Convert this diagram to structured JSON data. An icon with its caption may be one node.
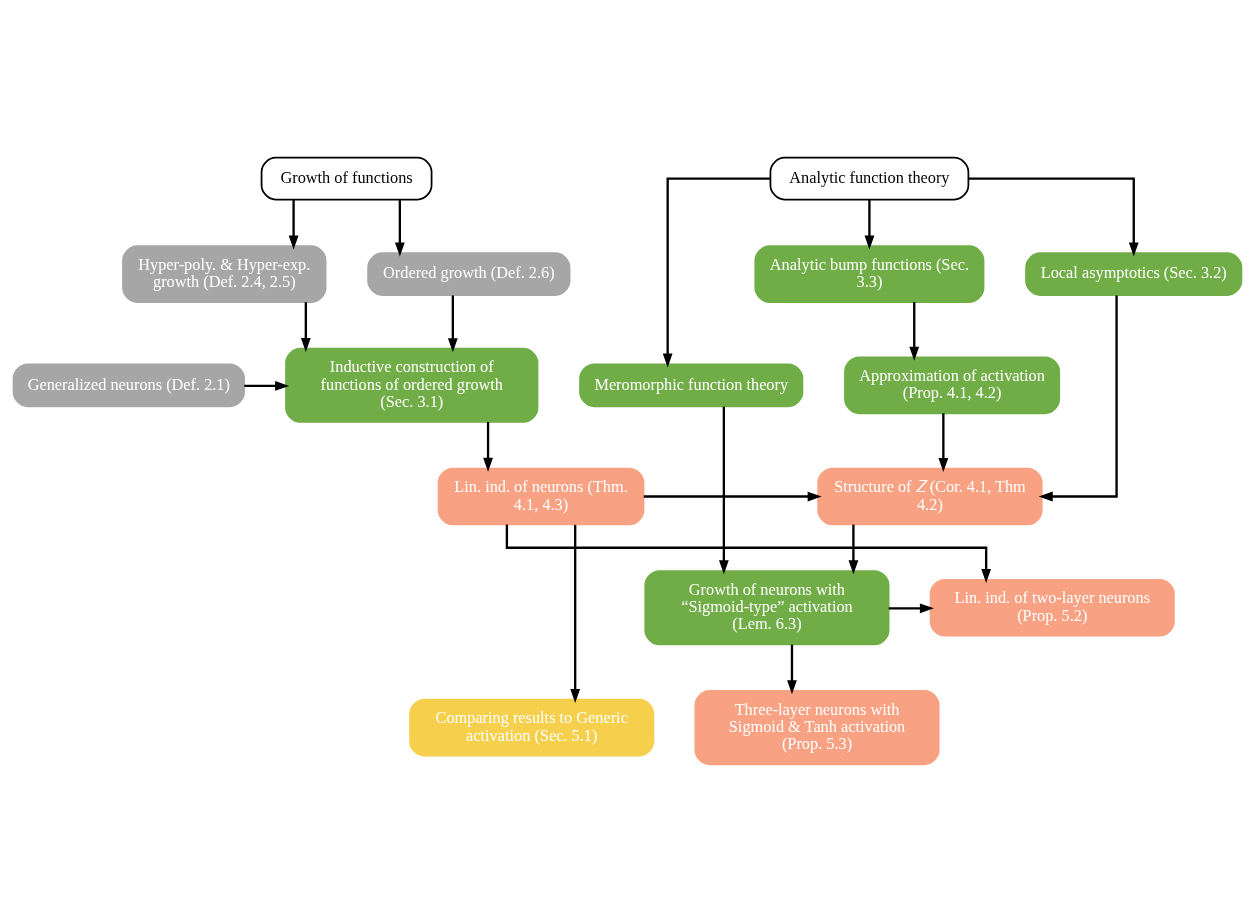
{
  "diagram": {
    "nodes": [
      {
        "text": [
          "Growth of functions"
        ]
      },
      {
        "text": [
          "Analytic function theory"
        ]
      },
      {
        "text": [
          "Hyper-poly. & Hyper-exp. growth (Def. 2.4, 2.5)"
        ]
      },
      {
        "text": [
          "Ordered growth (Def. 2.6)"
        ]
      },
      {
        "text": [
          "Local asymptotics (Sec. 3.2)"
        ]
      },
      {
        "text": [
          "Analytic bump functions (Sec. 3.3)"
        ]
      },
      {
        "text": [
          "Generalized neurons (Def. 2.1)"
        ]
      },
      {
        "text": [
          "Inductive construction of functions of ordered growth (Sec. 3.1)"
        ]
      },
      {
        "text": [
          "Approximation of activation (Prop. 4.1, 4.2)"
        ]
      },
      {
        "text": [
          "Lin. ind. of neurons (Thm. 4.1, 4.3)"
        ]
      },
      {
        "text": [
          "Structure of 𝑍 (Cor. 4.1, Thm 4.2)"
        ]
      },
      {
        "text": [
          "Meromorphic function theory"
        ]
      },
      {
        "text": [
          "Lin. ind. of two-layer neurons (Prop. 5.2)"
        ]
      },
      {
        "text": [
          "Growth of neurons with “Sigmoid-type” activation (Lem. 6.3)"
        ]
      },
      {
        "text": [
          "Comparing results to Generic activation (Sec. 5.1)"
        ]
      },
      {
        "text": [
          "Three-layer neurons with Sigmoid & Tanh activation (Prop. 5.3)"
        ]
      }
    ],
    "edges": [
      {
        "from": 0,
        "to": 2,
        "arrow": "to"
      },
      {
        "from": 0,
        "to": 3,
        "arrow": "to"
      },
      {
        "from": 1,
        "to": 4,
        "arrow": "to"
      },
      {
        "from": 1,
        "to": 11,
        "arrow": "to"
      },
      {
        "from": 1,
        "to": 5,
        "arrow": "to"
      },
      {
        "from": 2,
        "to": 7,
        "arrow": "to"
      },
      {
        "from": 3,
        "to": 7,
        "arrow": "to"
      },
      {
        "from": 6,
        "to": 7,
        "arrow": "to"
      },
      {
        "from": 5,
        "to": 8,
        "arrow": "to"
      },
      {
        "from": 7,
        "to": 9,
        "arrow": "to"
      },
      {
        "from": 4,
        "to": 10,
        "arrow": "to"
      },
      {
        "from": 9,
        "to": 10,
        "arrow": "to"
      },
      {
        "from": 8,
        "to": 10,
        "arrow": "to"
      },
      {
        "from": 9,
        "to": 12,
        "arrow": "to"
      },
      {
        "from": 9,
        "to": 14,
        "arrow": "to"
      },
      {
        "from": 10,
        "to": 13,
        "arrow": "to"
      },
      {
        "from": 11,
        "to": 13,
        "arrow": "to"
      },
      {
        "from": 13,
        "to": 12,
        "arrow": "to"
      },
      {
        "from": 13,
        "to": 15,
        "arrow": "to"
      }
    ]
  }
}
